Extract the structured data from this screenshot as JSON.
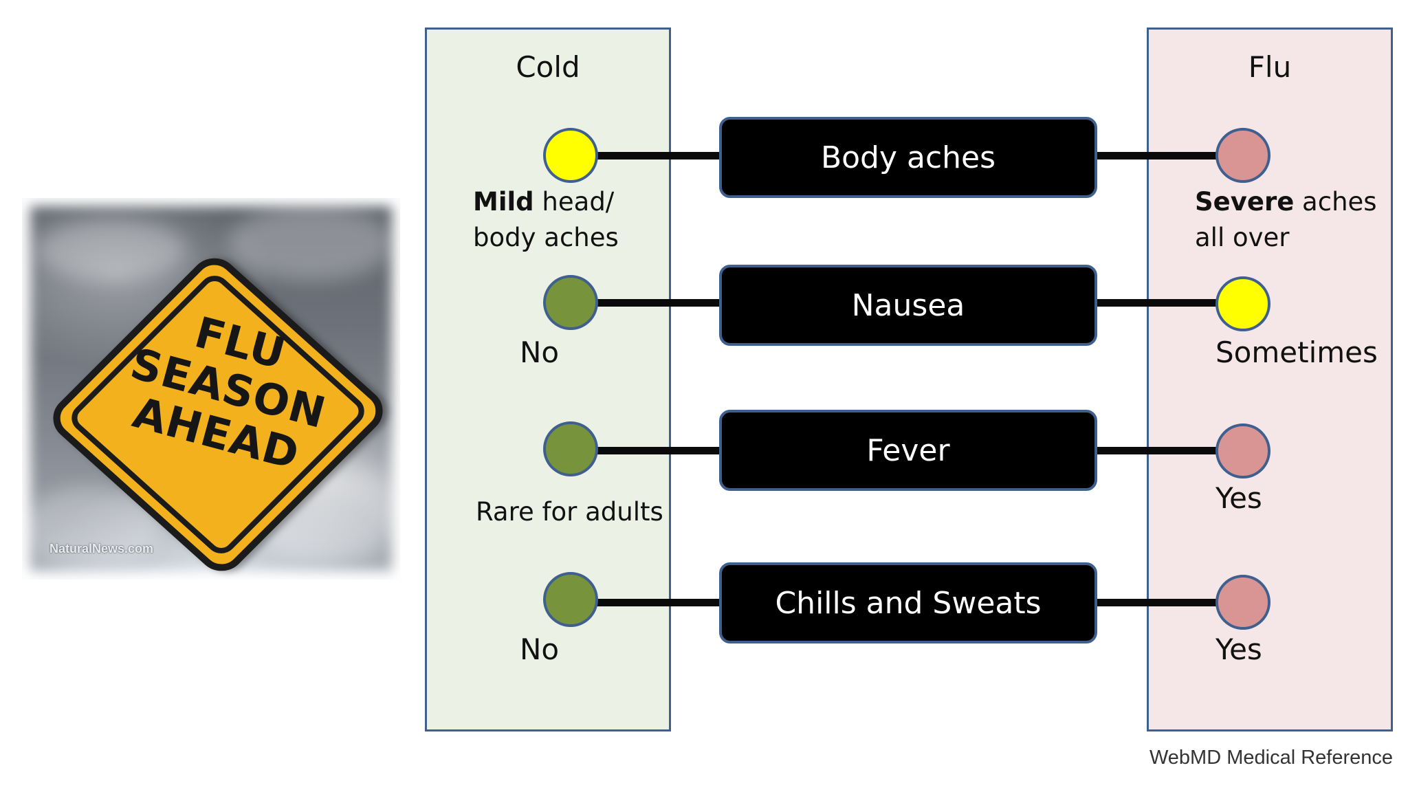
{
  "illustration": {
    "sign_lines": [
      "FLU",
      "SEASON",
      "AHEAD"
    ],
    "watermark": "NaturalNews.com"
  },
  "columns": {
    "cold": {
      "title": "Cold"
    },
    "flu": {
      "title": "Flu"
    }
  },
  "colors": {
    "yellow": "#ffff00",
    "green": "#77933c",
    "pink": "#d99594",
    "cold_bg": "#ecf1e6",
    "flu_bg": "#f5e7e7",
    "border": "#3f5f8f"
  },
  "symptoms": [
    {
      "label": "Body aches",
      "cold": {
        "color": "yellow",
        "bold": "Mild",
        "line1": " head/",
        "line2": "body aches"
      },
      "flu": {
        "color": "pink",
        "bold": "Severe",
        "line1": " aches",
        "line2": "all over"
      }
    },
    {
      "label": "Nausea",
      "cold": {
        "color": "green",
        "text": "No"
      },
      "flu": {
        "color": "yellow",
        "text": "Sometimes"
      }
    },
    {
      "label": "Fever",
      "cold": {
        "color": "green",
        "text": "Rare for adults"
      },
      "flu": {
        "color": "pink",
        "text": "Yes"
      }
    },
    {
      "label": "Chills and Sweats",
      "cold": {
        "color": "green",
        "text": "No"
      },
      "flu": {
        "color": "pink",
        "text": "Yes"
      }
    }
  ],
  "source": "WebMD Medical Reference"
}
